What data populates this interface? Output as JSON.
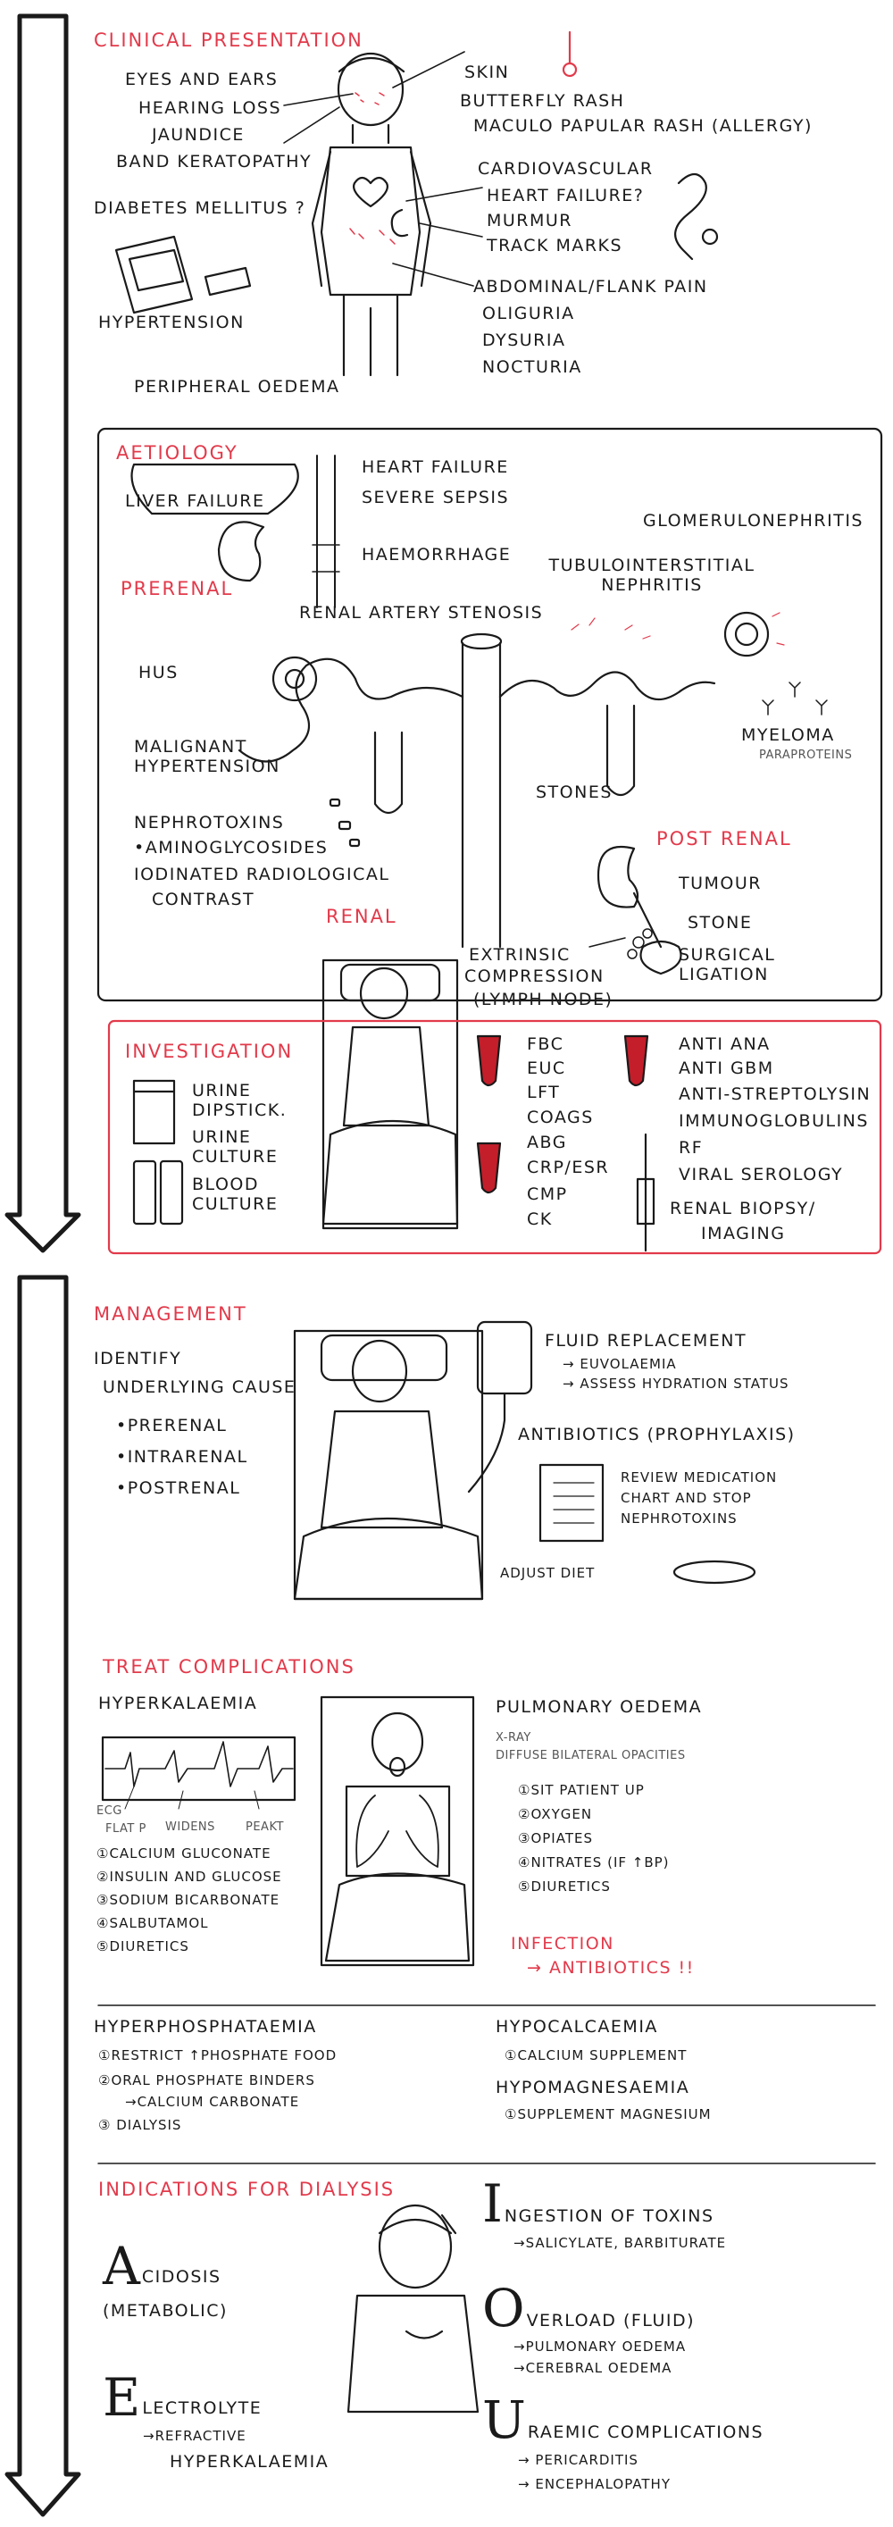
{
  "clinical": {
    "title": "Clinical Presentation",
    "eyes_ears": "Eyes and Ears",
    "hearing_loss": "Hearing Loss",
    "jaundice": "Jaundice",
    "band_keratopathy": "Band Keratopathy",
    "diabetes": "Diabetes Mellitus ?",
    "hypertension": "Hypertension",
    "peripheral_oedema": "Peripheral Oedema",
    "skin": "Skin",
    "butterfly_rash": "Butterfly Rash",
    "maculopapular_rash": "Maculo papular rash (allergy)",
    "cardiovascular": "Cardiovascular",
    "heart_failure": "Heart Failure?",
    "murmur": "Murmur",
    "track_marks": "Track Marks",
    "abdominal_pain": "Abdominal/Flank Pain",
    "oliguria": "Oliguria",
    "dysuria": "Dysuria",
    "nocturia": "Nocturia"
  },
  "aetiology": {
    "title": "Aetiology",
    "liver_failure": "Liver Failure",
    "heart_failure": "Heart Failure",
    "severe_sepsis": "Severe Sepsis",
    "haemorrhage": "Haemorrhage",
    "prerenal": "Prerenal",
    "renal_artery_stenosis": "Renal Artery Stenosis",
    "glomerulonephritis": "Glomerulonephritis",
    "tubulointerstitial": "Tubulointerstitial Nephritis",
    "hus": "HUS",
    "malignant_htn": "Malignant Hypertension",
    "myeloma": "Myeloma",
    "paraprotein": "Paraproteins",
    "stones": "Stones",
    "nephrotoxins": "Nephrotoxins",
    "aminoglycosides": "•Aminoglycosides",
    "iodinated": "Iodinated Radiological",
    "contrast": "Contrast",
    "renal": "Renal",
    "postrenal": "Post Renal",
    "tumour": "Tumour",
    "stone": "Stone",
    "surgical_ligation": "Surgical Ligation",
    "extrinsic": "Extrinsic",
    "compression": "Compression",
    "lymph_node": "(Lymph Node)"
  },
  "investigation": {
    "title": "Investigation",
    "urine_dipstick": "Urine Dipstick.",
    "urine_culture": "Urine Culture",
    "blood_culture": "Blood Culture",
    "bloods1": [
      "FBC",
      "EUC",
      "LFT",
      "Coags",
      "ABG",
      "CRP/ESR",
      "CMP",
      "CK"
    ],
    "bloods2": [
      "Anti ANA",
      "Anti GBM",
      "Anti-Streptolysin",
      "Immunoglobulins",
      "RF",
      "Viral serology"
    ],
    "renal_biopsy": "Renal Biopsy/",
    "imaging": "Imaging"
  },
  "management": {
    "title": "Management",
    "identify": "Identify",
    "underlying": "Underlying Cause",
    "causes": [
      "•Prerenal",
      "•Intrarenal",
      "•Postrenal"
    ],
    "fluid": "Fluid Replacement",
    "euvolaemia": "→ Euvolaemia",
    "hydration": "→ Assess Hydration Status",
    "antibiotics": "Antibiotics (Prophylaxis)",
    "review": "Review Medication",
    "chart": "Chart and Stop",
    "nephrotoxins": "Nephrotoxins",
    "diet": "Adjust Diet"
  },
  "complications": {
    "title": "Treat Complications",
    "hyperkalaemia": "Hyperkalaemia",
    "ecg": "ECG",
    "flat_p": "Flat P",
    "widen": "Widens",
    "peakt": "PeakT",
    "hk_steps": [
      "①Calcium Gluconate",
      "②Insulin and Glucose",
      "③Sodium Bicarbonate",
      "④Salbutamol",
      "⑤Diuretics"
    ],
    "pulm": "Pulmonary Oedema",
    "xray": "X-Ray",
    "opac": "Diffuse Bilateral Opacities",
    "po_steps": [
      "①Sit Patient Up",
      "②Oxygen",
      "③Opiates",
      "④Nitrates (If ↑BP)",
      "⑤Diuretics"
    ],
    "infection": "Infection",
    "inf_abx": "→ Antibiotics !!",
    "hyperphos": "Hyperphosphataemia",
    "hp_steps": [
      "①Restrict ↑Phosphate Food",
      "②Oral Phosphate Binders",
      "→Calcium Carbonate",
      "③ Dialysis"
    ],
    "hypoca": "Hypocalcaemia",
    "hypoca_step": "①Calcium Supplement",
    "hypomg": "Hypomagnesaemia",
    "hypomg_step": "①Supplement Magnesium"
  },
  "dialysis": {
    "title": "Indications for Dialysis",
    "a_letter": "A",
    "a_rest": "cidosis",
    "a_sub": "(Metabolic)",
    "e_letter": "E",
    "e_rest": "lectrolyte",
    "e_sub1": "→Refractive",
    "e_sub2": "Hyperkalaemia",
    "i_letter": "I",
    "i_rest": "ngestion of Toxins",
    "i_sub": "→Salicylate, Barbiturate",
    "o_letter": "O",
    "o_rest": "verload (Fluid)",
    "o_sub1": "→Pulmonary Oedema",
    "o_sub2": "→Cerebral Oedema",
    "u_letter": "U",
    "u_rest": "raemic Complications",
    "u_sub1": "→ Pericarditis",
    "u_sub2": "→ Encephalopathy"
  },
  "colors": {
    "accent": "#e23a4b",
    "ink": "#1a1a1a",
    "blood": "#c41e2a"
  }
}
